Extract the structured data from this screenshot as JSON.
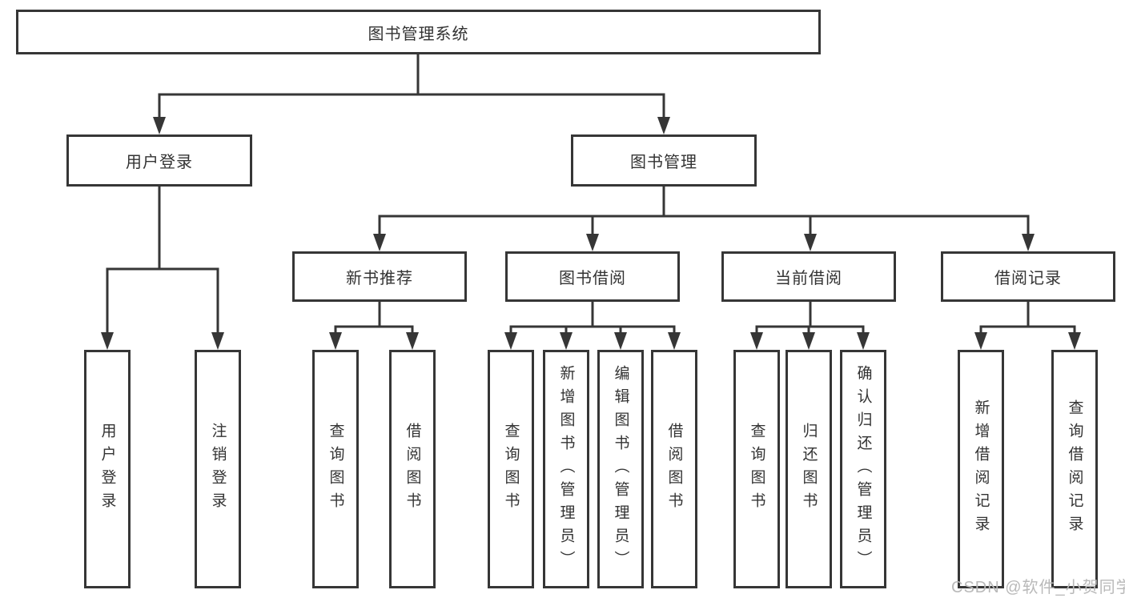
{
  "diagram": {
    "root": {
      "label": "图书管理系统"
    },
    "level2": [
      {
        "label": "用户登录"
      },
      {
        "label": "图书管理"
      }
    ],
    "level3": [
      {
        "label": "新书推荐"
      },
      {
        "label": "图书借阅"
      },
      {
        "label": "当前借阅"
      },
      {
        "label": "借阅记录"
      }
    ],
    "leaves": {
      "user_login": [
        {
          "label": "用户登录"
        },
        {
          "label": "注销登录"
        }
      ],
      "new_book": [
        {
          "label": "查询图书"
        },
        {
          "label": "借阅图书"
        }
      ],
      "book_borrow": [
        {
          "label": "查询图书"
        },
        {
          "label": "新增图书（管理员）"
        },
        {
          "label": "编辑图书（管理员）"
        },
        {
          "label": "借阅图书"
        }
      ],
      "current_borrow": [
        {
          "label": "查询图书"
        },
        {
          "label": "归还图书"
        },
        {
          "label": "确认归还（管理员）"
        }
      ],
      "borrow_record": [
        {
          "label": "新增借阅记录"
        },
        {
          "label": "查询借阅记录"
        }
      ]
    },
    "watermark": "CSDN @软件_小贺同学",
    "colors": {
      "line": "#363636",
      "text": "#333333",
      "watermark": "#b9b9b9",
      "background": "#ffffff"
    }
  }
}
